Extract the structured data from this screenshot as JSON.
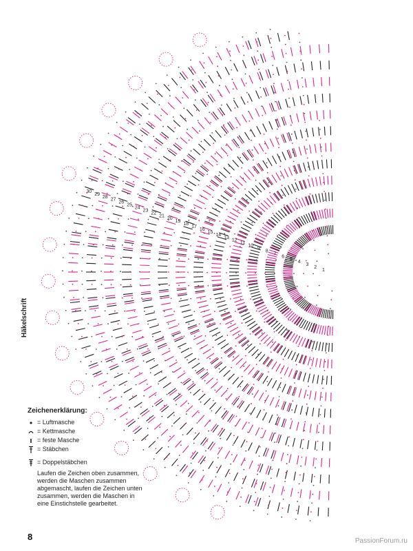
{
  "side_title": "Häkelschrift",
  "legend": {
    "title": "Zeichenerklärung:",
    "items": [
      {
        "symbol": "chain-dot-icon",
        "label": "= Luftmasche"
      },
      {
        "symbol": "slip-stitch-arc-icon",
        "label": "= Kettmasche"
      },
      {
        "symbol": "single-crochet-bar-icon",
        "label": "= feste Masche"
      },
      {
        "symbol": "double-crochet-cross-icon",
        "label": "= Stäbchen"
      },
      {
        "symbol": "treble-crochet-cross-icon",
        "label": "= Doppelstäbchen"
      }
    ],
    "note": "Laufen die Zeichen oben zusammen, werden die Maschen zusammen abgemascht, laufen die Zeichen unten zusammen, werden die Maschen in eine Einstichstelle gearbeitet."
  },
  "page_number": "8",
  "watermark": "PassionForum.ru",
  "round_numbers": [
    "1",
    "2",
    "3",
    "4",
    "5",
    "6",
    "7",
    "8",
    "9",
    "10",
    "11",
    "12",
    "13",
    "14",
    "15",
    "16",
    "17",
    "18",
    "19",
    "20",
    "21",
    "22",
    "23",
    "24",
    "25",
    "26",
    "27",
    "28",
    "29",
    "30"
  ],
  "colors": {
    "pink": "#e0218a",
    "black": "#222222",
    "grey": "#555555"
  }
}
